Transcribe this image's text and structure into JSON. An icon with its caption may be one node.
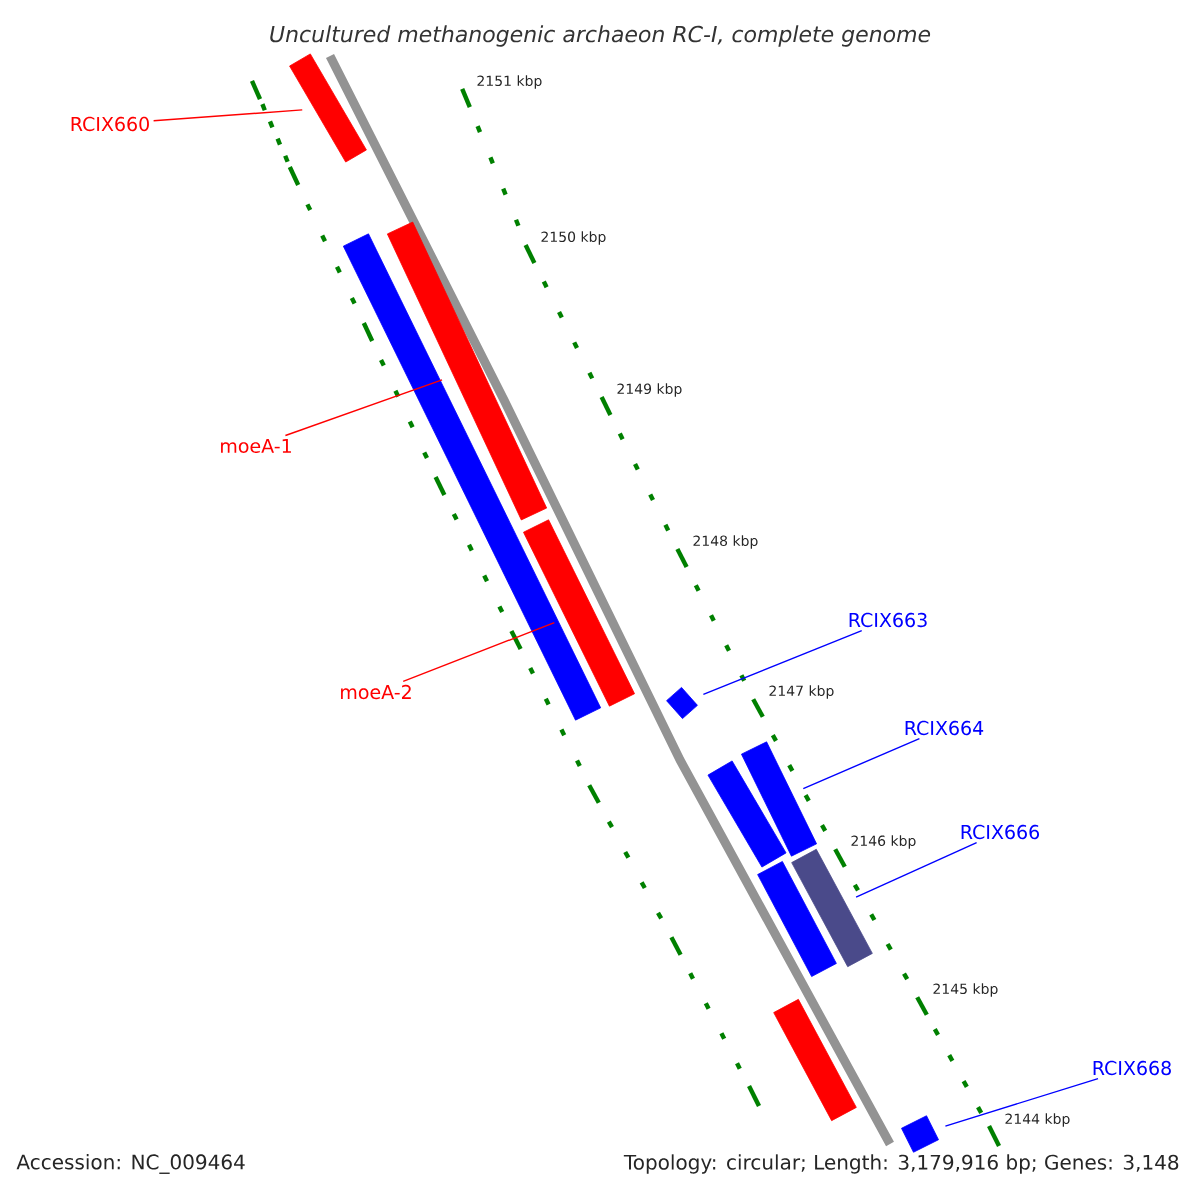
{
  "diagram": {
    "title": "Uncultured methanogenic archaeon RC-I, complete genome",
    "nodes": [
      {
        "text": [
          "RCIX660"
        ]
      },
      {
        "text": [
          "moeA-1"
        ]
      },
      {
        "text": [
          "moeA-2"
        ]
      },
      {
        "text": [
          "RCIX663"
        ]
      },
      {
        "text": [
          "RCIX664"
        ]
      },
      {
        "text": [
          "RCIX666"
        ]
      },
      {
        "text": [
          "RCIX668"
        ]
      },
      {
        "text": [],
        "shape": "bar"
      },
      {
        "text": [],
        "shape": "bar"
      },
      {
        "text": [],
        "shape": "bar"
      },
      {
        "text": [],
        "shape": "bar"
      },
      {
        "text": [],
        "shape": "bar"
      },
      {
        "text": [],
        "shape": "bar"
      },
      {
        "text": [],
        "shape": "bar"
      },
      {
        "text": [],
        "shape": "bar"
      },
      {
        "text": [],
        "shape": "bar"
      },
      {
        "text": [],
        "shape": "bar"
      },
      {
        "text": [],
        "shape": "bar"
      }
    ],
    "edges": [
      {
        "from": 0,
        "to": 7,
        "arrow": "none",
        "color": "#ff0000"
      },
      {
        "from": 1,
        "to": 9,
        "arrow": "none",
        "color": "#ff0000"
      },
      {
        "from": 2,
        "to": 10,
        "arrow": "none",
        "color": "#ff0000"
      },
      {
        "from": 3,
        "to": 11,
        "arrow": "none"
      },
      {
        "from": 4,
        "to": 13,
        "arrow": "none"
      },
      {
        "from": 5,
        "to": 15,
        "arrow": "none"
      },
      {
        "from": 6,
        "to": 17,
        "arrow": "none"
      }
    ],
    "labels": [
      "2151 kbp",
      "2150 kbp",
      "2149 kbp",
      "2148 kbp",
      "2147 kbp",
      "2146 kbp",
      "2145 kbp",
      "2144 kbp",
      "Accession: NC_009464",
      "Topology: circular; Length: 3,179,916 bp; Genes: 3,148"
    ]
  }
}
